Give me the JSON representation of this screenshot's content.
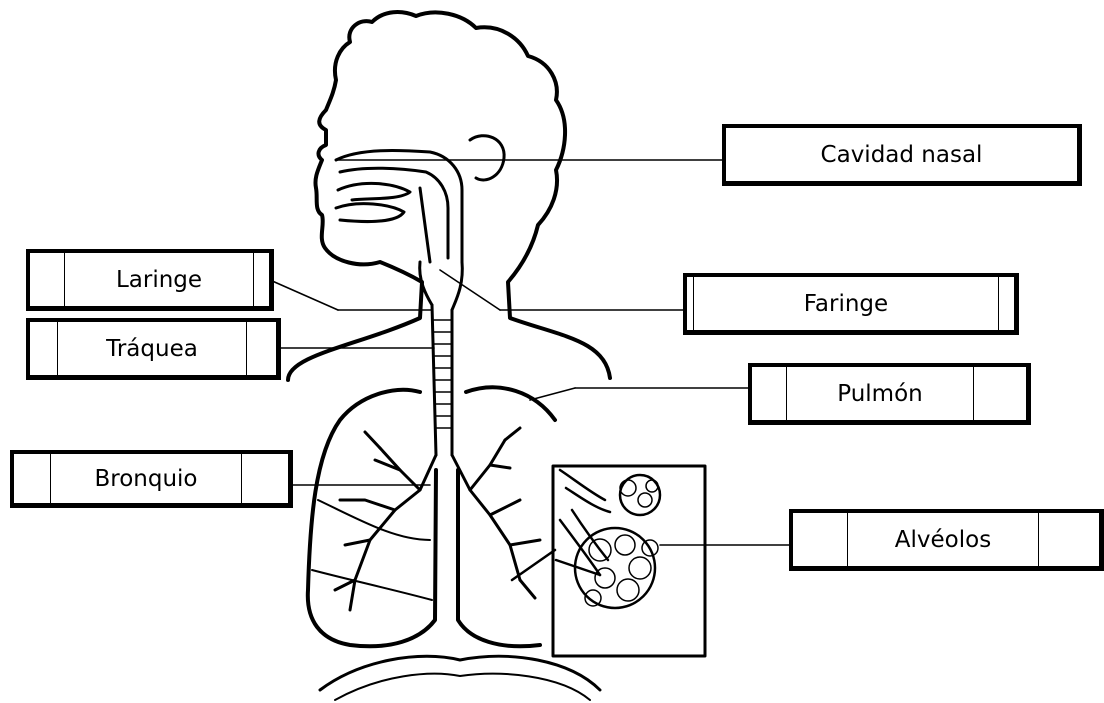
{
  "labels": {
    "cavidad_nasal": "Cavidad nasal",
    "laringe": "Laringe",
    "faringe": "Faringe",
    "traquea": "Tráquea",
    "pulmon": "Pulmón",
    "bronquio": "Bronquio",
    "alveolos": "Alvéolos"
  },
  "colors": {
    "ink": "#000000",
    "paper": "#ffffff"
  }
}
